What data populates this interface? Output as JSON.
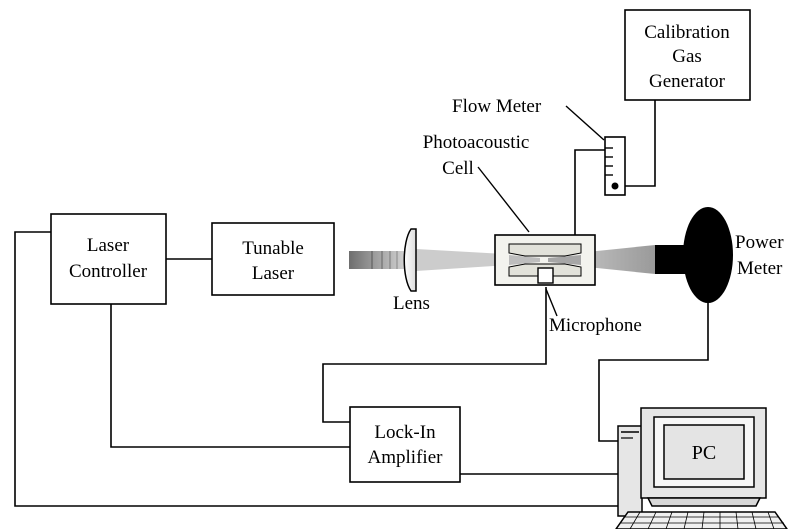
{
  "labels": {
    "calibration_gas_generator": [
      "Calibration",
      "Gas",
      "Generator"
    ],
    "flow_meter": "Flow Meter",
    "photoacoustic_cell": [
      "Photoacoustic",
      "Cell"
    ],
    "laser_controller": [
      "Laser",
      "Controller"
    ],
    "tunable_laser": [
      "Tunable",
      "Laser"
    ],
    "lens": "Lens",
    "microphone": "Microphone",
    "power_meter": [
      "Power",
      "Meter"
    ],
    "lock_in_amplifier": [
      "Lock-In",
      "Amplifier"
    ],
    "pc": "PC"
  }
}
